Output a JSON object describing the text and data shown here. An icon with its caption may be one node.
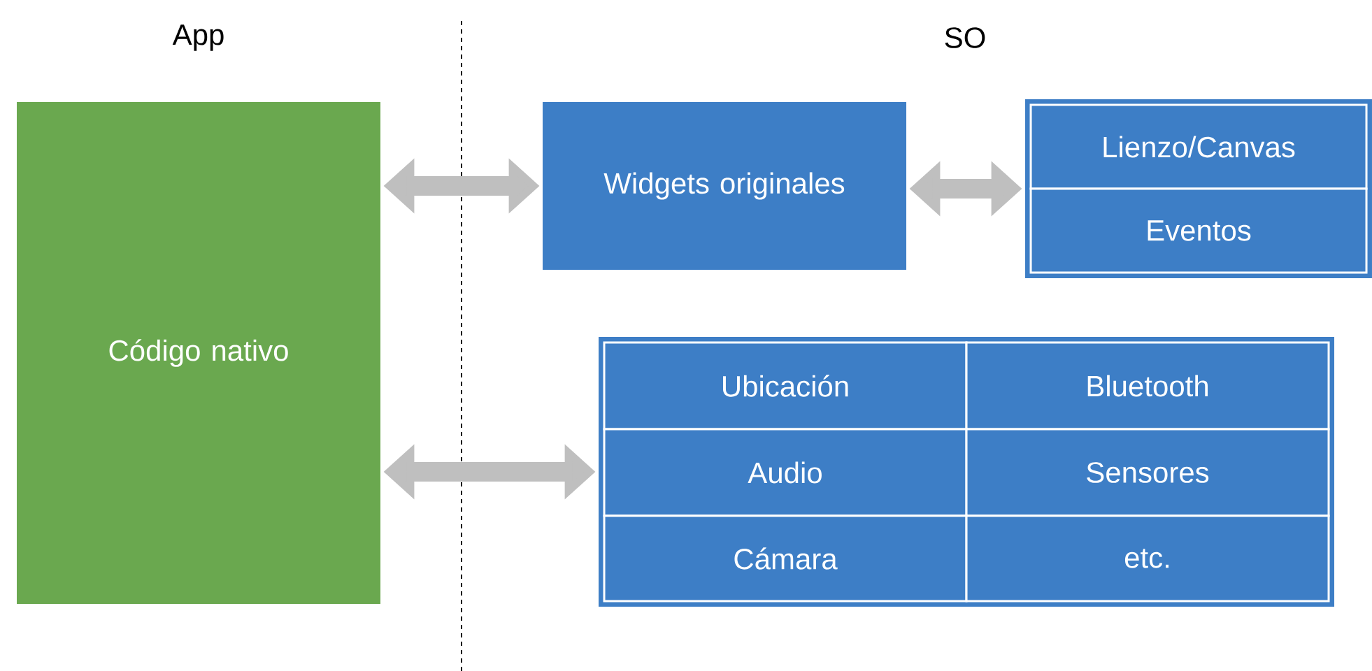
{
  "diagram": {
    "nodes": [
      {
        "text": [
          "Código nativo"
        ]
      },
      {
        "text": [
          "Widgets originales"
        ]
      },
      {
        "text": [],
        "shape": "box"
      },
      {
        "text": [
          "Lienzo/Canvas"
        ],
        "in": 2
      },
      {
        "text": [
          "Eventos"
        ],
        "in": 2
      },
      {
        "text": [],
        "shape": "box"
      },
      {
        "text": [
          "Ubicación"
        ],
        "in": 5
      },
      {
        "text": [
          "Bluetooth"
        ],
        "in": 5
      },
      {
        "text": [
          "Audio"
        ],
        "in": 5
      },
      {
        "text": [
          "Sensores"
        ],
        "in": 5
      },
      {
        "text": [
          "Cámara"
        ],
        "in": 5
      },
      {
        "text": [
          "etc."
        ],
        "in": 5
      }
    ],
    "edges": [
      {
        "from": 0,
        "to": 1,
        "arrow": "both"
      },
      {
        "from": 1,
        "to": 2,
        "arrow": "both"
      },
      {
        "from": 0,
        "to": 5,
        "arrow": "both"
      }
    ],
    "labels": [
      "App",
      "SO"
    ]
  }
}
